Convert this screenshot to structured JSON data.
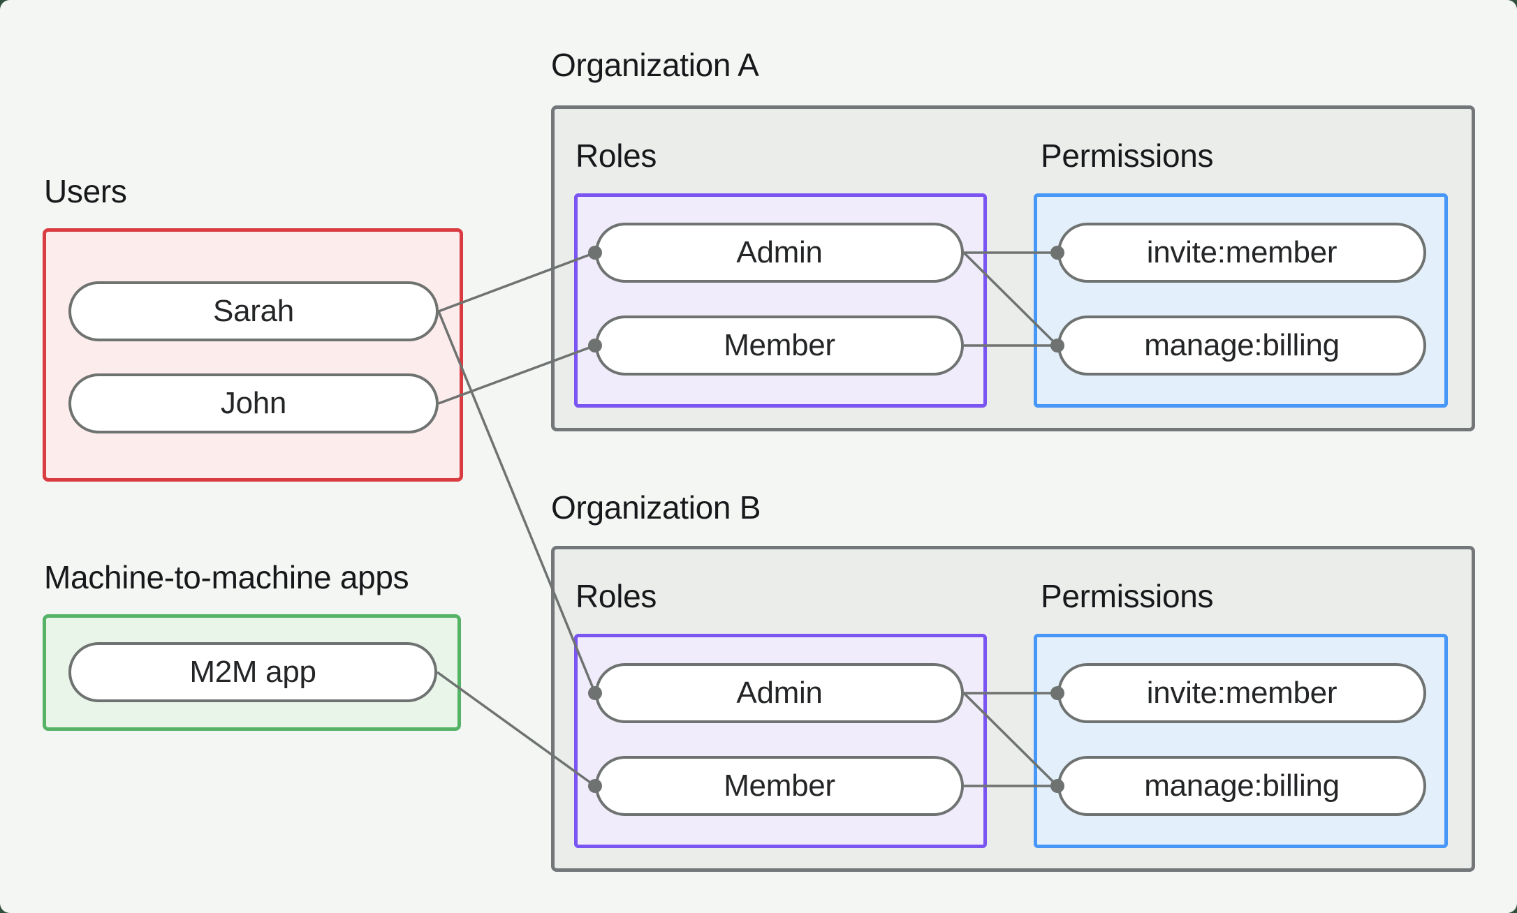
{
  "page": {
    "background": "#30503d",
    "card_background": "#f4f6f4"
  },
  "users_section": {
    "label": "Users",
    "members": [
      {
        "id": "sarah",
        "label": "Sarah"
      },
      {
        "id": "john",
        "label": "John"
      }
    ]
  },
  "m2m_section": {
    "label": "Machine-to-machine apps",
    "members": [
      {
        "id": "m2m",
        "label": "M2M app"
      }
    ]
  },
  "organizations": [
    {
      "id": "orgA",
      "label": "Organization A",
      "roles_label": "Roles",
      "permissions_label": "Permissions",
      "roles": [
        {
          "id": "orgA-admin",
          "label": "Admin"
        },
        {
          "id": "orgA-member",
          "label": "Member"
        }
      ],
      "permissions": [
        {
          "id": "orgA-invite",
          "label": "invite:member"
        },
        {
          "id": "orgA-manage",
          "label": "manage:billing"
        }
      ]
    },
    {
      "id": "orgB",
      "label": "Organization B",
      "roles_label": "Roles",
      "permissions_label": "Permissions",
      "roles": [
        {
          "id": "orgB-admin",
          "label": "Admin"
        },
        {
          "id": "orgB-member",
          "label": "Member"
        }
      ],
      "permissions": [
        {
          "id": "orgB-invite",
          "label": "invite:member"
        },
        {
          "id": "orgB-manage",
          "label": "manage:billing"
        }
      ]
    }
  ],
  "connections": [
    [
      "sarah",
      "orgA-admin"
    ],
    [
      "john",
      "orgA-member"
    ],
    [
      "sarah",
      "orgB-admin"
    ],
    [
      "m2m",
      "orgB-member"
    ],
    [
      "orgA-admin",
      "orgA-invite"
    ],
    [
      "orgA-admin",
      "orgA-manage"
    ],
    [
      "orgA-member",
      "orgA-manage"
    ],
    [
      "orgB-admin",
      "orgB-invite"
    ],
    [
      "orgB-admin",
      "orgB-manage"
    ],
    [
      "orgB-member",
      "orgB-manage"
    ]
  ],
  "colors": {
    "users_box_border": "#da3b40",
    "users_box_fill": "#fdecec",
    "m2m_box_border": "#56b366",
    "m2m_box_fill": "#e9f5e9",
    "org_box_border": "#747779",
    "org_box_fill": "#ebedeb",
    "roles_box_border": "#7a55f2",
    "roles_box_fill": "#f1ecfb",
    "permissions_box_border": "#4697f8",
    "permissions_box_fill": "#e3f0fc",
    "node_border": "#6e7270",
    "edge": "#6e7270",
    "text": "#17181a"
  }
}
